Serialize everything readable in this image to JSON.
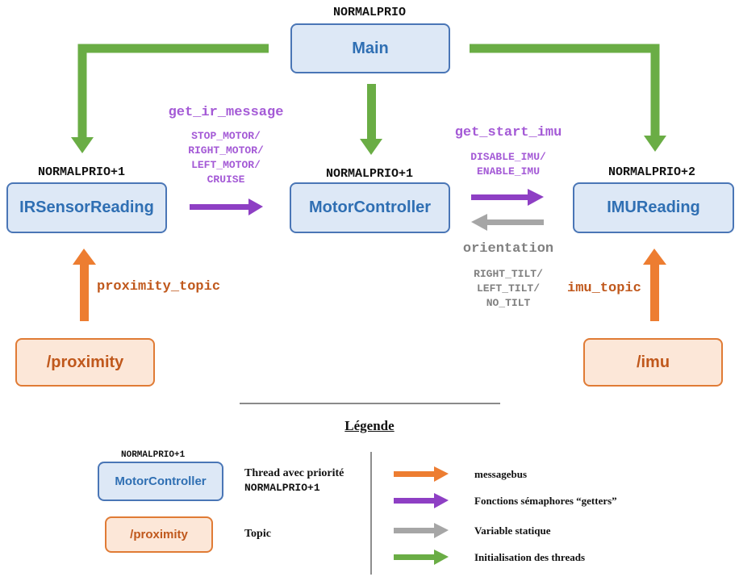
{
  "diagram": {
    "main": {
      "label": "Main",
      "priority": "NORMALPRIO"
    },
    "ir_sensor": {
      "label": "IRSensorReading",
      "priority": "NORMALPRIO+1"
    },
    "motor_controller": {
      "label": "MotorController",
      "priority": "NORMALPRIO+1"
    },
    "imu_reading": {
      "label": "IMUReading",
      "priority": "NORMALPRIO+2"
    },
    "proximity_topic": {
      "label": "/proximity"
    },
    "imu_topic": {
      "label": "/imu"
    },
    "edges": {
      "ir_to_motor": {
        "title": "get_ir_message",
        "values": [
          "STOP_MOTOR/",
          "RIGHT_MOTOR/",
          "LEFT_MOTOR/",
          "CRUISE"
        ]
      },
      "motor_to_imu": {
        "title": "get_start_imu",
        "values": [
          "DISABLE_IMU/",
          "ENABLE_IMU"
        ]
      },
      "imu_to_motor": {
        "title": "orientation",
        "values": [
          "RIGHT_TILT/",
          "LEFT_TILT/",
          "NO_TILT"
        ]
      },
      "proximity_to_ir": {
        "title": "proximity_topic"
      },
      "imu_topic_to_imu": {
        "title": "imu_topic"
      }
    }
  },
  "legend": {
    "title": "Légende",
    "thread_example": {
      "priority": "NORMALPRIO+1",
      "label": "MotorController",
      "desc_line1": "Thread avec priorité",
      "desc_line2": "NORMALPRIO+1"
    },
    "topic_example": {
      "label": "/proximity",
      "desc": "Topic"
    },
    "arrows": [
      {
        "color": "#ed7d31",
        "label": "messagebus"
      },
      {
        "color": "#8e3fc4",
        "label": "Fonctions sémaphores “getters”"
      },
      {
        "color": "#a6a6a6",
        "label": "Variable statique"
      },
      {
        "color": "#6aad45",
        "label": "Initialisation des threads"
      }
    ]
  },
  "colors": {
    "green": "#6aad45",
    "purple": "#8e3fc4",
    "grey": "#a6a6a6",
    "orange": "#ed7d31",
    "thread_fill": "#dde8f6",
    "thread_border": "#4a76b6",
    "topic_fill": "#fce7d8",
    "topic_border": "#e07b35"
  }
}
